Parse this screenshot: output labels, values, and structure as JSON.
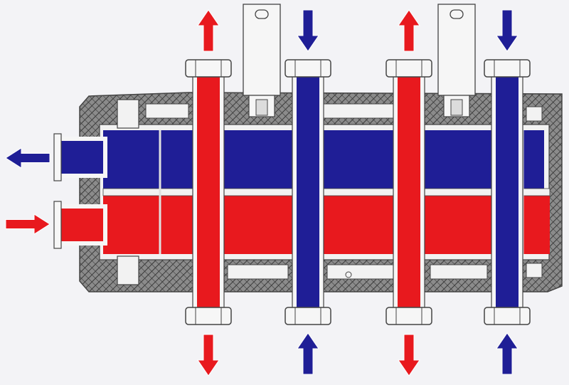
{
  "colors": {
    "background": "#f3f3f6",
    "hot": "#e8191e",
    "cold": "#1f1e96",
    "body_fill": "#8b8b8b",
    "body_hatch": "#3a3a3a",
    "cavity": "#f2f2f2",
    "fitting": "#f6f6f6",
    "outline": "#444444"
  },
  "diagram": {
    "subject": "heating-manifold-cross-section",
    "inlet": {
      "flow": "hot",
      "direction": "in"
    },
    "outlet": {
      "flow": "cold",
      "direction": "out"
    },
    "brackets": [
      {
        "position": "between-circuit-1-and-2",
        "icon": "mounting-bracket"
      },
      {
        "position": "between-circuit-3-and-4",
        "icon": "mounting-bracket"
      }
    ],
    "circuits": [
      {
        "flow": "hot",
        "top_arrow": "up",
        "bottom_arrow": "down"
      },
      {
        "flow": "cold",
        "top_arrow": "down",
        "bottom_arrow": "up"
      },
      {
        "flow": "hot",
        "top_arrow": "up",
        "bottom_arrow": "down"
      },
      {
        "flow": "cold",
        "top_arrow": "down",
        "bottom_arrow": "up"
      }
    ]
  }
}
